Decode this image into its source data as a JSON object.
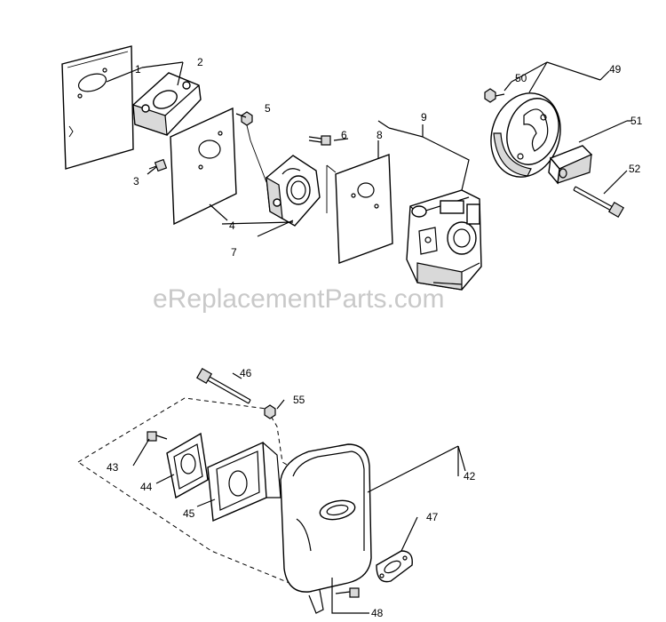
{
  "watermark": "eReplacementParts.com",
  "callouts": {
    "c1": "1",
    "c2": "2",
    "c3": "3",
    "c4": "4",
    "c5": "5",
    "c6": "6",
    "c7": "7",
    "c8": "8",
    "c9": "9",
    "c42": "42",
    "c43": "43",
    "c44": "44",
    "c45": "45",
    "c46": "46",
    "c47": "47",
    "c48": "48",
    "c49": "49",
    "c50": "50",
    "c51": "51",
    "c52": "52",
    "c55": "55"
  }
}
